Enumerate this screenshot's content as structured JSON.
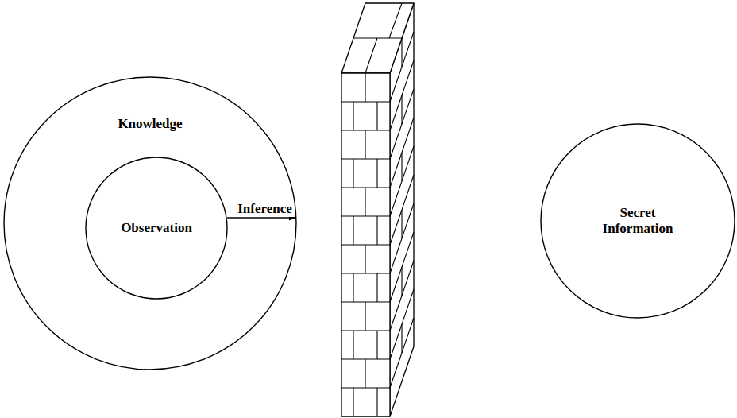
{
  "diagram": {
    "nodes": [
      {
        "text": [
          "Knowledge"
        ]
      },
      {
        "text": [
          "Observation"
        ],
        "in": 0
      },
      {
        "text": [
          "Secret Information"
        ]
      }
    ],
    "edges": [
      {
        "from": 1,
        "to": 0,
        "label": "Inference",
        "arrow": "to"
      }
    ]
  }
}
